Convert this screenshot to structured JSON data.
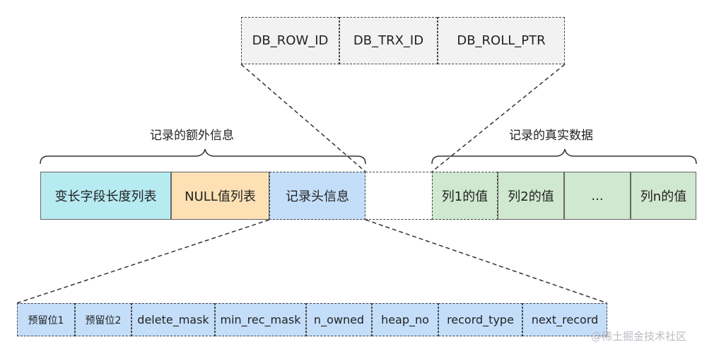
{
  "hidden_columns": [
    "DB_ROW_ID",
    "DB_TRX_ID",
    "DB_ROLL_PTR"
  ],
  "labels": {
    "extra_info": "记录的额外信息",
    "real_data": "记录的真实数据"
  },
  "extra_info_cells": [
    {
      "label": "变长字段长度列表",
      "color": "#b6ebf2"
    },
    {
      "label": "NULL值列表",
      "color": "#fde0b4"
    },
    {
      "label": "记录头信息",
      "color": "#c4defa"
    }
  ],
  "data_cells": [
    "列1的值",
    "列2的值",
    "...",
    "列n的值"
  ],
  "data_cell_color": "#cfe8cf",
  "header_fields": [
    "预留位1",
    "预留位2",
    "delete_mask",
    "min_rec_mask",
    "n_owned",
    "heap_no",
    "record_type",
    "next_record"
  ],
  "header_field_color": "#c4defa",
  "watermark": "@稀土掘金技术社区"
}
